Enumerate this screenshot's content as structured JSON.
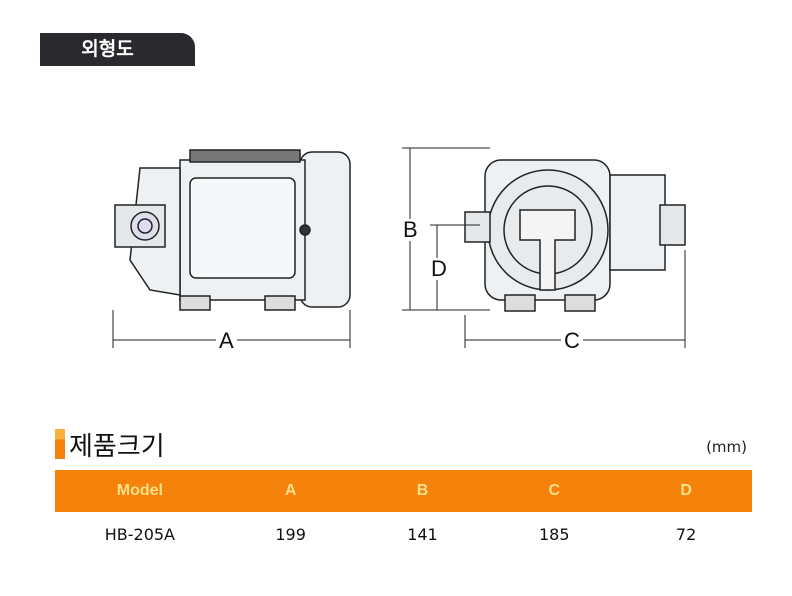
{
  "section_tab": "외형도",
  "dimensions": {
    "a": "A",
    "b": "B",
    "c": "C",
    "d": "D"
  },
  "table_title": "제품크기",
  "unit": "(mm)",
  "colors": {
    "accent": "#f5820a",
    "header_text": "#ffe08a",
    "tab_bg": "#2a2a2e"
  },
  "table": {
    "headers": [
      "Model",
      "A",
      "B",
      "C",
      "D"
    ],
    "rows": [
      [
        "HB-205A",
        "199",
        "141",
        "185",
        "72"
      ]
    ]
  }
}
